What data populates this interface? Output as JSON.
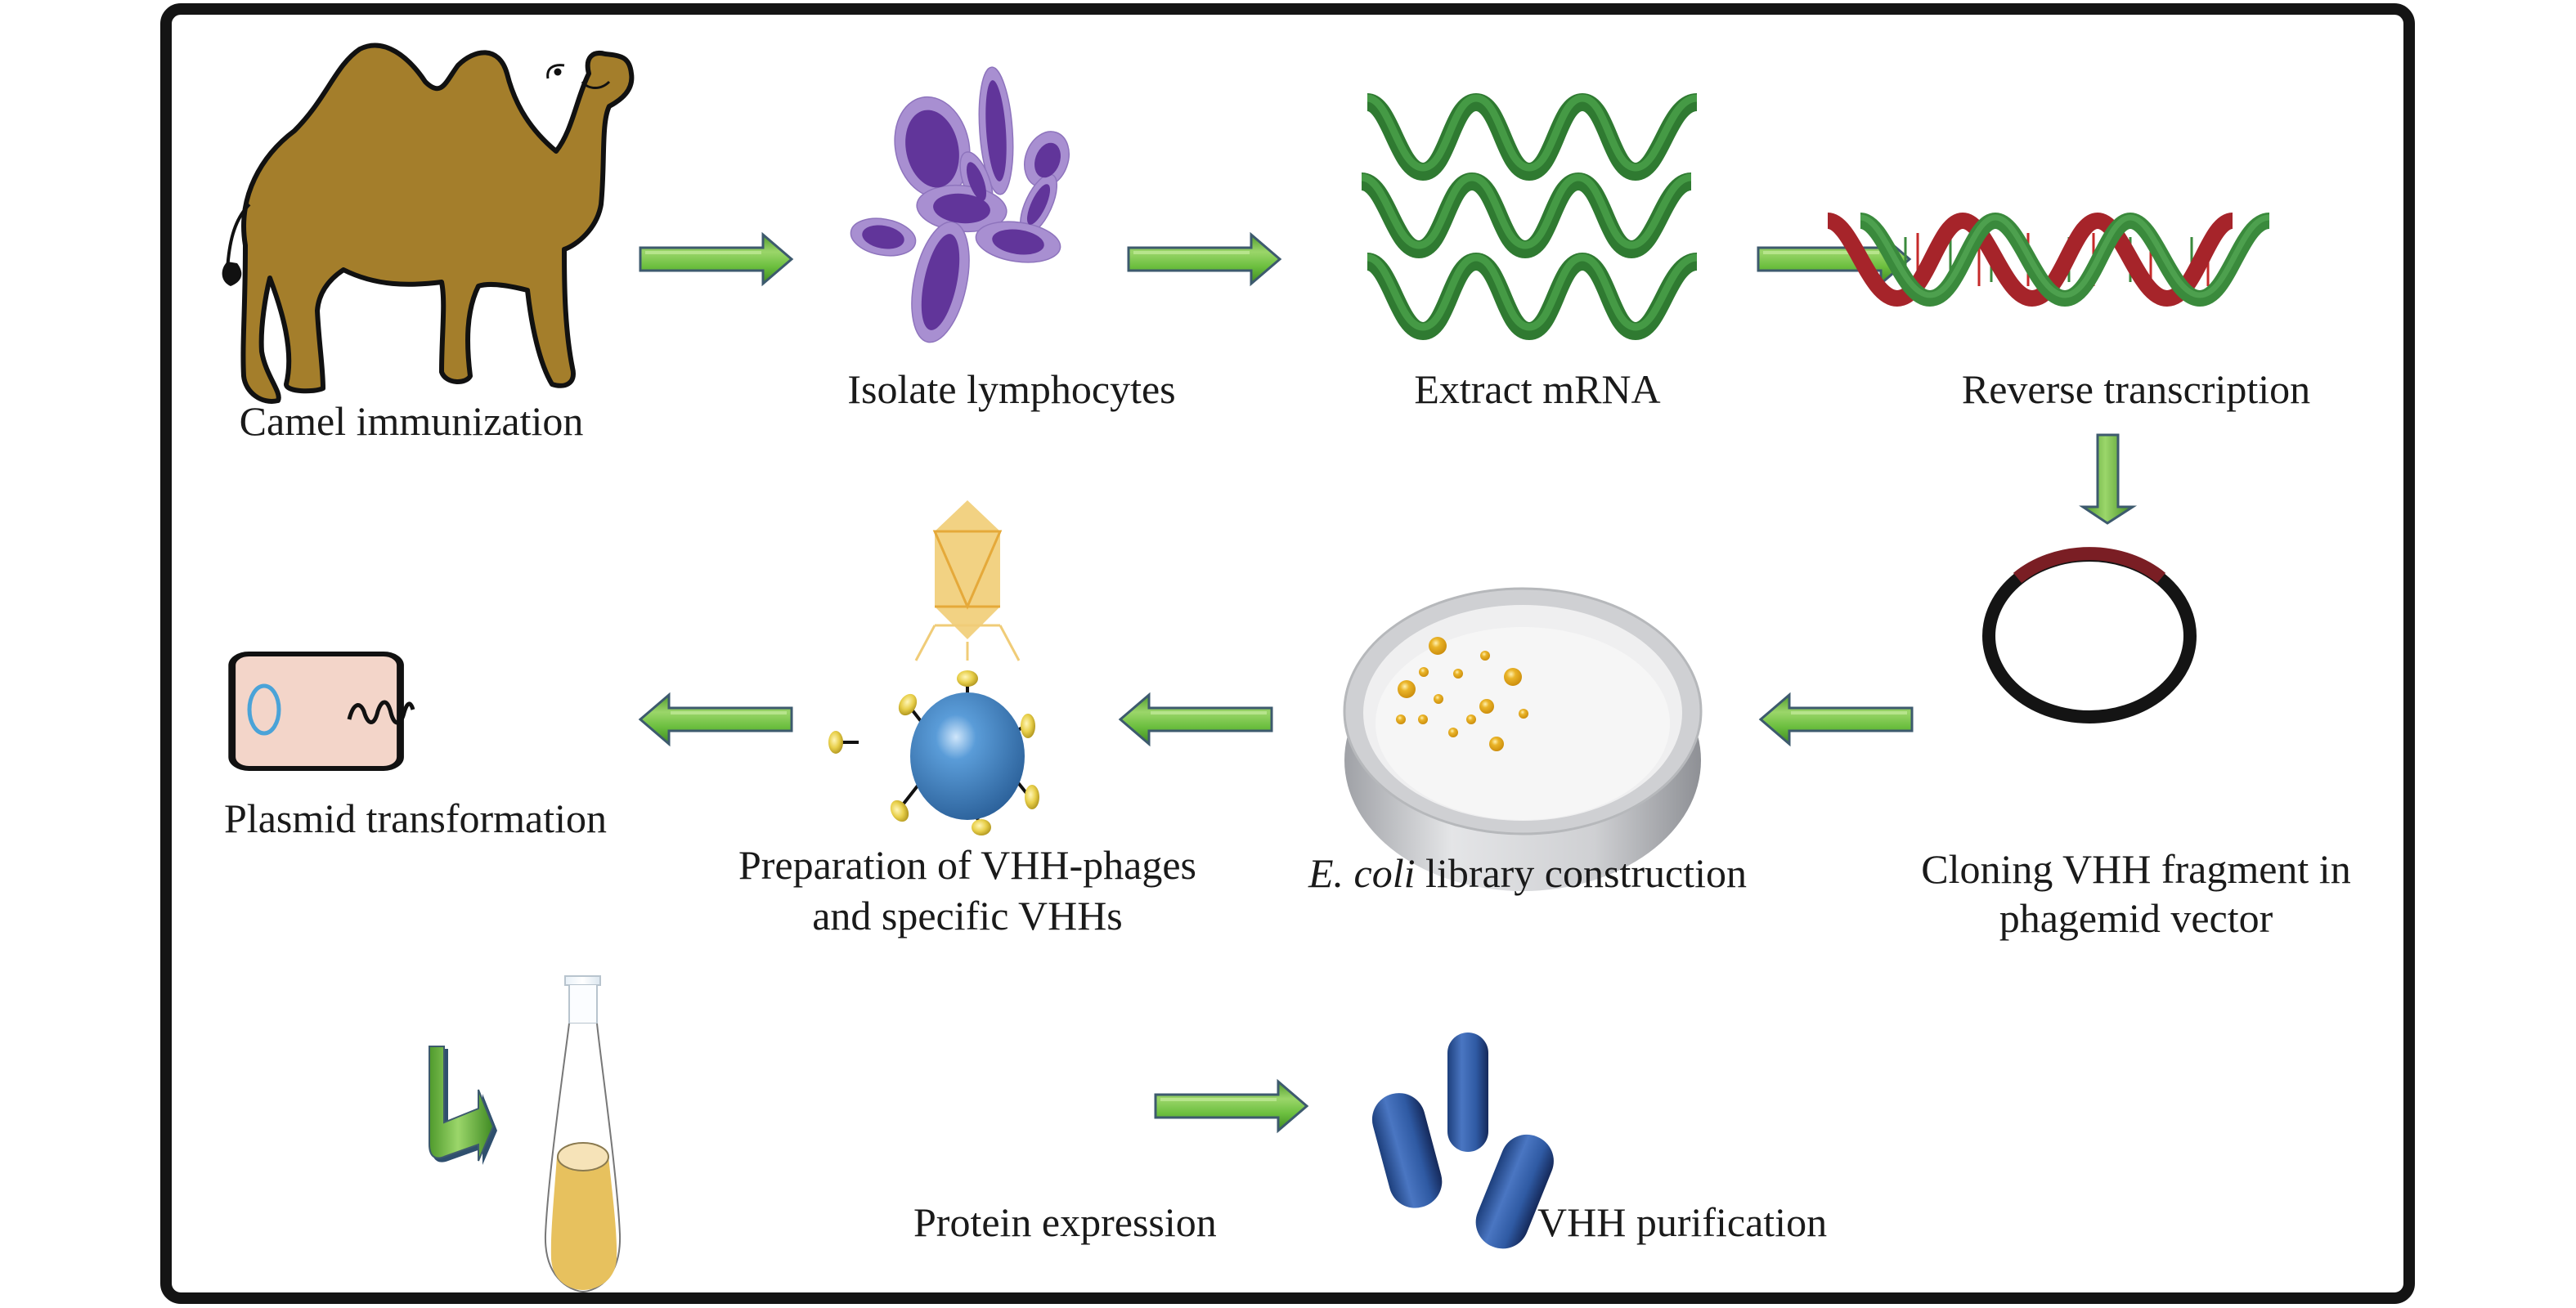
{
  "figure": {
    "type": "workflow diagram",
    "subject": "VHH (nanobody) library construction and production workflow"
  },
  "steps": {
    "camel": {
      "label": "Camel immunization",
      "icon": "camel-icon"
    },
    "lymphocytes": {
      "label": "Isolate lymphocytes",
      "icon": "lymphocytes-icon"
    },
    "mrna": {
      "label": "Extract mRNA",
      "icon": "mrna-strands-icon"
    },
    "rt": {
      "label": "Reverse transcription",
      "icon": "dna-double-helix-icon"
    },
    "cloning": {
      "label_line1": "Cloning VHH fragment in",
      "label_line2": "phagemid vector",
      "icon": "plasmid-ring-icon"
    },
    "ecoli": {
      "label_italic": "E. coli",
      "label_rest": " library construction",
      "icon": "petri-dish-icon"
    },
    "phage": {
      "label_line1": "Preparation of VHH-phages",
      "label_line2": "and specific VHHs",
      "icon": "phage-icon"
    },
    "plasmid": {
      "label": "Plasmid transformation",
      "icon": "bacterium-with-plasmid-icon"
    },
    "protein": {
      "label": "Protein expression",
      "icon": "flask-icon"
    },
    "purification": {
      "label": "VHH purification",
      "icon": "vhh-capsules-icon"
    }
  },
  "flow_order": [
    "camel",
    "lymphocytes",
    "mrna",
    "rt",
    "cloning",
    "ecoli",
    "phage",
    "plasmid",
    "protein",
    "purification"
  ],
  "colors": {
    "frame": "#141414",
    "arrow_green": "#6cbf3f",
    "arrow_edge": "#3d5a6e",
    "camel_fill": "#a47e2b",
    "lymph_outer": "#a88fd1",
    "lymph_inner": "#61359a",
    "rna_green": "#3a8a3c",
    "dna_red": "#a6242a",
    "plasmid_insert": "#7a1e24",
    "colony": "#e2a514",
    "phage_head": "#f2d283",
    "phage_line": "#e5a93a",
    "particle_blue": "#3f84c4",
    "cell_fill": "#f3d5c9",
    "cell_ring": "#4aa3d8",
    "culture": "#e7c15e",
    "capsule_blue": "#2f5aa3"
  }
}
